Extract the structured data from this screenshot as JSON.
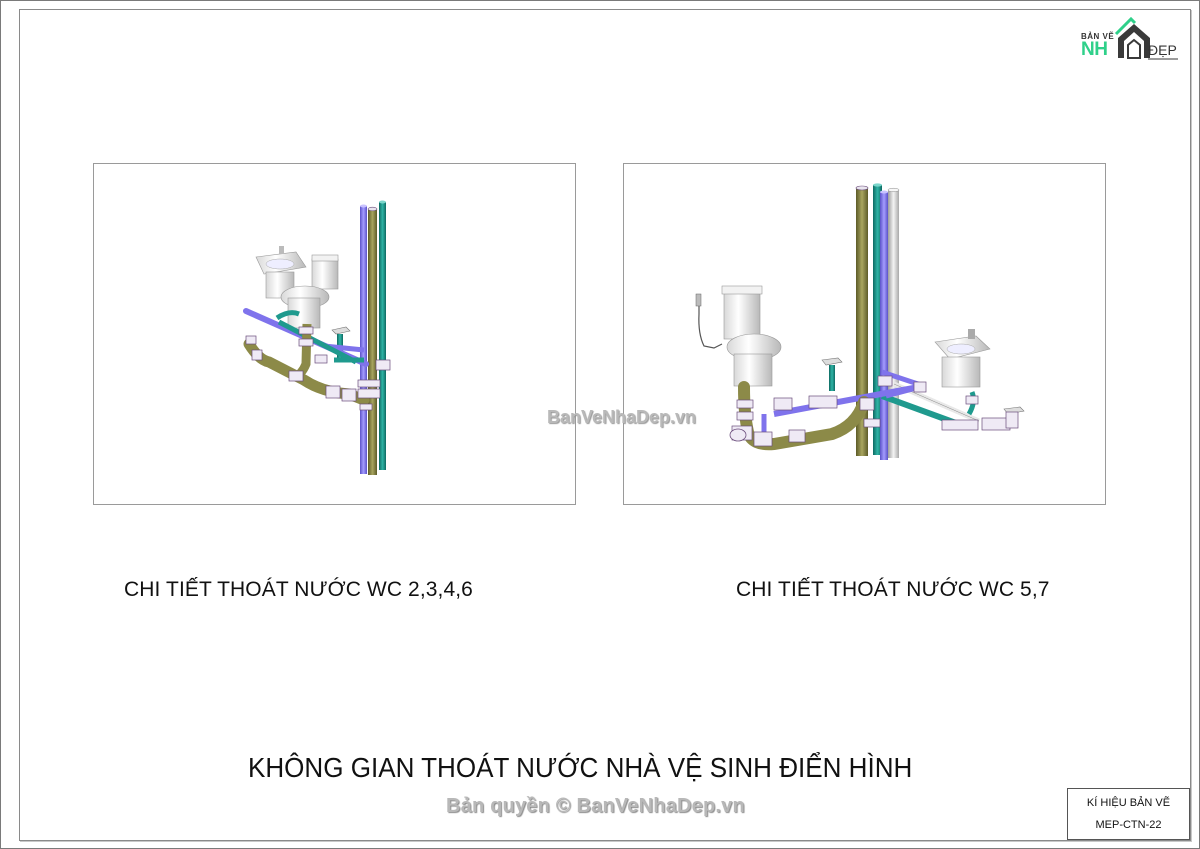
{
  "logo": {
    "line1": "BẢN VẼ",
    "line2": "NH",
    "line3": "ĐẸP",
    "icon": "house-icon",
    "colors": {
      "green": "#2fd08a",
      "dark": "#3a3a3a"
    }
  },
  "panels": [
    {
      "id": "left",
      "caption": "CHI TIẾT THOÁT NƯỚC WC 2,3,4,6",
      "fixtures": [
        "washbasin",
        "toilet",
        "floor-drain"
      ],
      "pipe_colors": {
        "purple": "#8a7ff0",
        "olive": "#8c8a48",
        "teal": "#1f9a8e",
        "white": "#e6e3ee"
      }
    },
    {
      "id": "right",
      "caption": "CHI TIẾT THOÁT NƯỚC WC 5,7",
      "fixtures": [
        "toilet",
        "hand-shower",
        "floor-drain",
        "washbasin",
        "floor-drain"
      ],
      "pipe_colors": {
        "purple": "#8a7ff0",
        "olive": "#8c8a48",
        "teal": "#1f9a8e",
        "white": "#e6e3ee"
      }
    }
  ],
  "watermark": "BanVeNhaDep.vn",
  "title": "KHÔNG GIAN THOÁT NƯỚC NHÀ VỆ SINH ĐIỂN HÌNH",
  "copyright": "Bản quyền © BanVeNhaDep.vn",
  "title_block": {
    "label": "KÍ HIỆU BẢN VẼ",
    "code": "MEP-CTN-22"
  }
}
